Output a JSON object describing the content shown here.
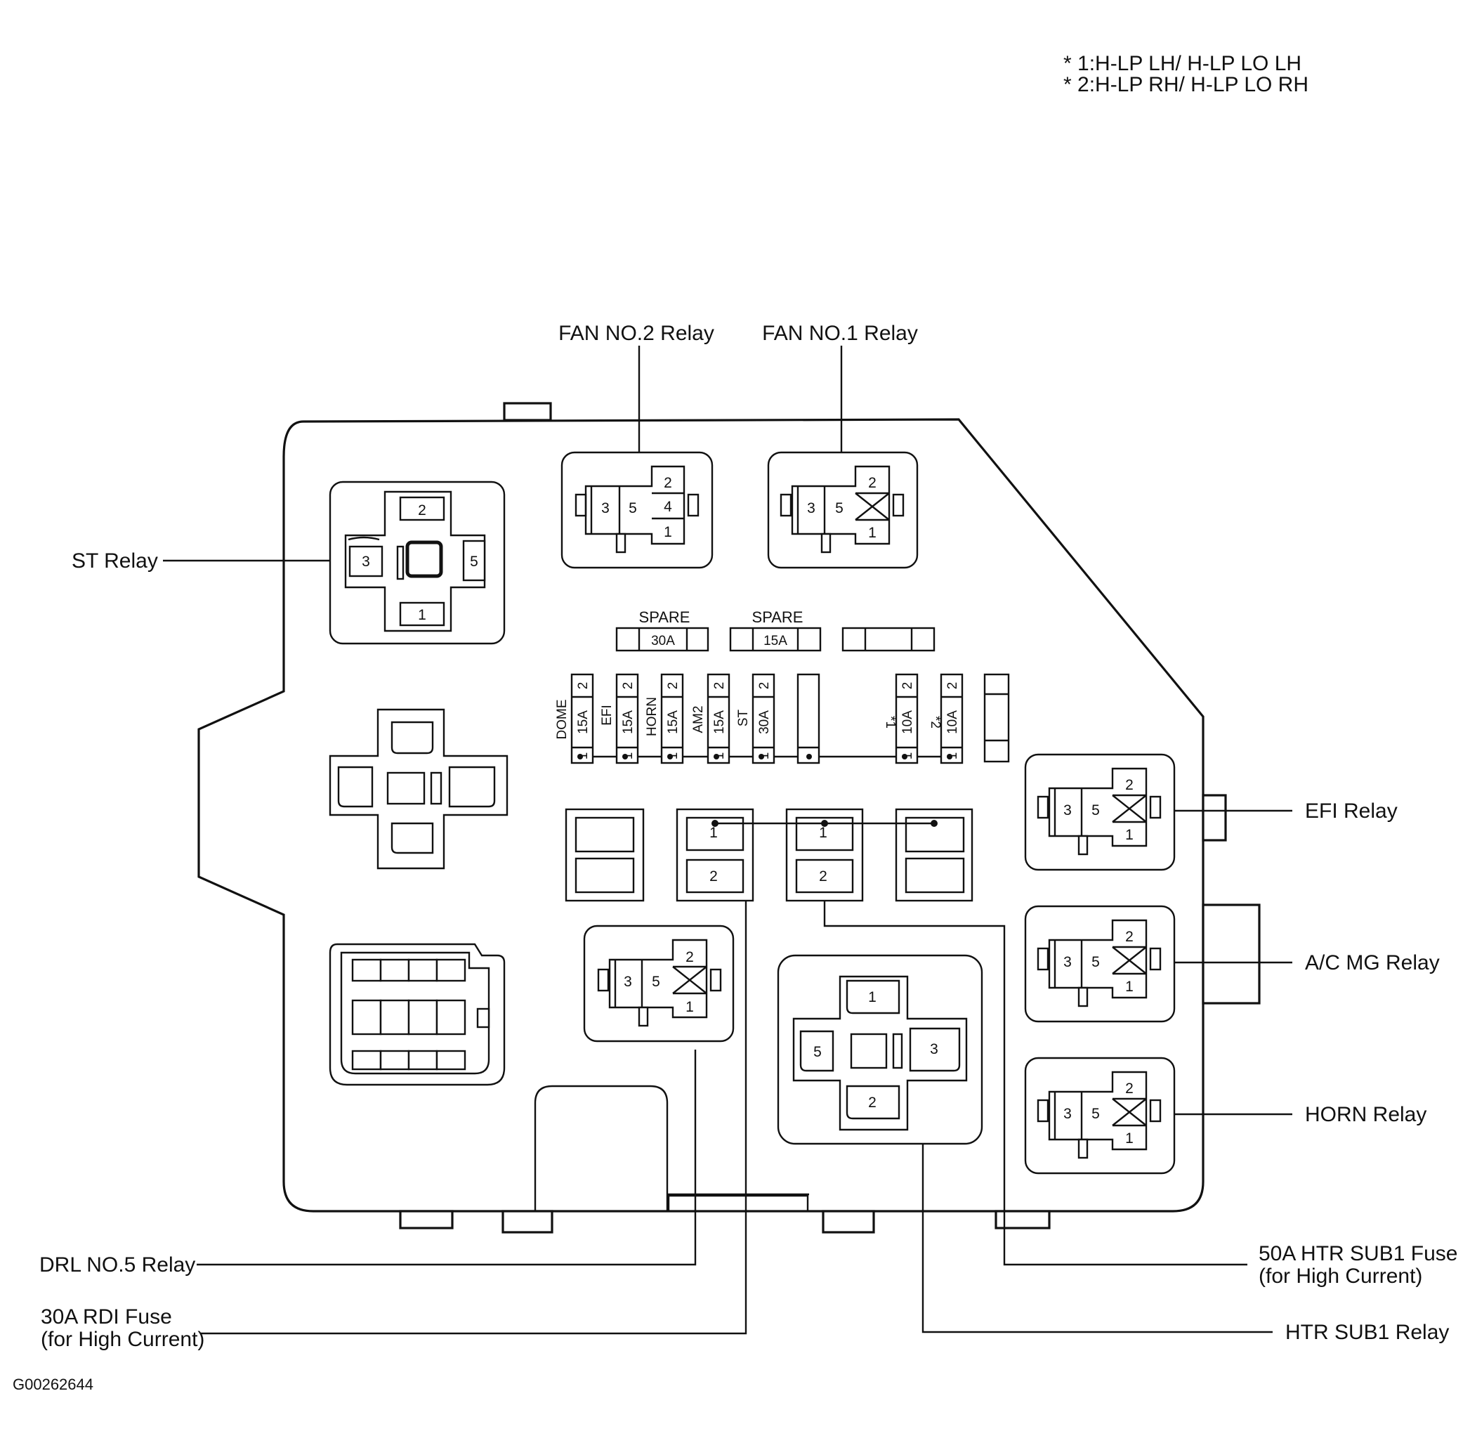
{
  "notes": [
    "* 1:H-LP LH/ H-LP LO LH",
    "* 2:H-LP RH/ H-LP LO RH"
  ],
  "labels": {
    "fan_no2_relay": "FAN NO.2 Relay",
    "fan_no1_relay": "FAN NO.1 Relay",
    "st_relay": "ST Relay",
    "efi_relay": "EFI Relay",
    "ac_mg_relay": "A/C MG Relay",
    "horn_relay": "HORN Relay",
    "drl_no5_relay": "DRL NO.5 Relay",
    "rdi_fuse_line1": "30A RDI Fuse",
    "rdi_fuse_line2": "(for High Current)",
    "htr_sub1_fuse_line1": "50A HTR SUB1 Fuse",
    "htr_sub1_fuse_line2": "(for High Current)",
    "htr_sub1_relay": "HTR SUB1 Relay"
  },
  "spare_fuses": [
    {
      "label": "SPARE",
      "rating": "30A"
    },
    {
      "label": "SPARE",
      "rating": "15A"
    }
  ],
  "fuses": [
    {
      "name": "DOME",
      "rating": "15A",
      "pin_top": "2",
      "pin_bottom": "1"
    },
    {
      "name": "EFI",
      "rating": "15A",
      "pin_top": "2",
      "pin_bottom": "1"
    },
    {
      "name": "HORN",
      "rating": "15A",
      "pin_top": "2",
      "pin_bottom": "1"
    },
    {
      "name": "AM2",
      "rating": "15A",
      "pin_top": "2",
      "pin_bottom": "1"
    },
    {
      "name": "ST",
      "rating": "30A",
      "pin_top": "2",
      "pin_bottom": "1"
    },
    {
      "name": "*1",
      "rating": "10A",
      "pin_top": "2",
      "pin_bottom": "1"
    },
    {
      "name": "*2",
      "rating": "10A",
      "pin_top": "2",
      "pin_bottom": "1"
    }
  ],
  "relay_pins": {
    "three": "3",
    "five": "5",
    "four": "4",
    "two": "2",
    "one": "1"
  },
  "figure_id": "G00262644"
}
